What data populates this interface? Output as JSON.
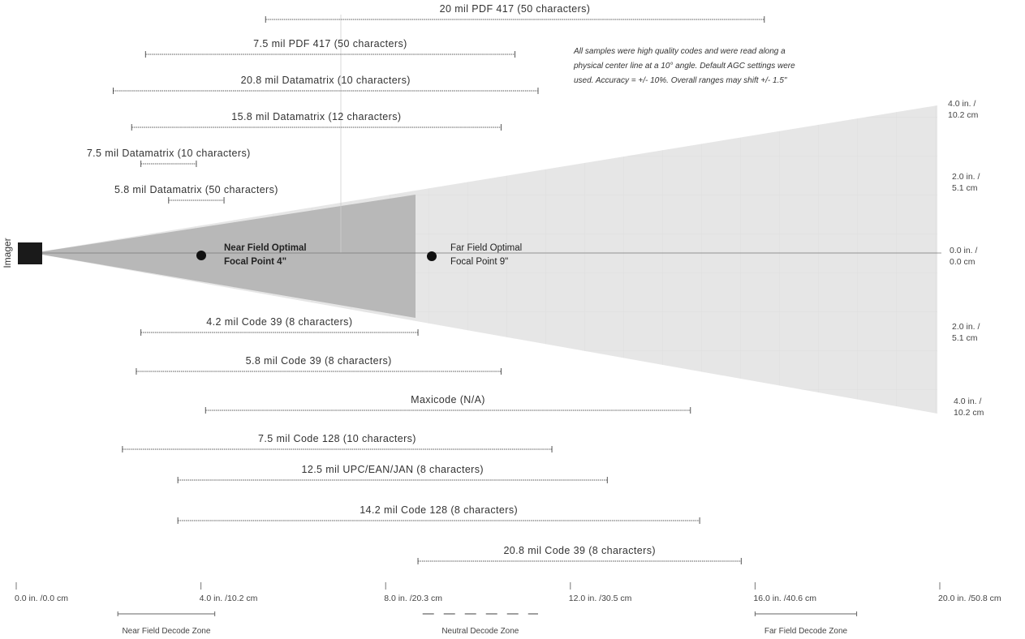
{
  "imager_label": "Imager",
  "note": {
    "lines": [
      "All samples were high quality codes and were read along a",
      "physical center line at a 10° angle.  Default AGC settings were",
      "used. Accuracy = +/- 10%. Overall ranges may shift +/- 1.5\""
    ]
  },
  "focal_points": [
    {
      "label1": "Near Field Optimal",
      "label2": "Focal Point 4\"",
      "distance_in": 4
    },
    {
      "label1": "Far Field Optimal",
      "label2": "Focal Point 9\"",
      "distance_in": 9
    }
  ],
  "side_labels": [
    {
      "line1": "4.0 in. /",
      "line2": "10.2 cm"
    },
    {
      "line1": "2.0 in. /",
      "line2": "5.1 cm"
    },
    {
      "line1": "0.0 in. /",
      "line2": "0.0 cm"
    },
    {
      "line1": "2.0 in. /",
      "line2": "5.1 cm"
    },
    {
      "line1": "4.0 in. /",
      "line2": "10.2 cm"
    }
  ],
  "axis_ticks": [
    {
      "value": 0,
      "label": "0.0 in. /0.0 cm"
    },
    {
      "value": 4,
      "label": "4.0 in. /10.2 cm"
    },
    {
      "value": 8,
      "label": "8.0 in. /20.3 cm"
    },
    {
      "value": 12,
      "label": "12.0 in. /30.5 cm"
    },
    {
      "value": 16,
      "label": "16.0 in. /40.6 cm"
    },
    {
      "value": 20,
      "label": "20.0 in. /50.8 cm"
    }
  ],
  "zones": [
    {
      "label": "Near Field Decode Zone",
      "start": 2.2,
      "end": 4.3,
      "dashed": false
    },
    {
      "label": "Neutral Decode Zone",
      "start": 8.8,
      "end": 11.3,
      "dashed": true
    },
    {
      "label": "Far Field Decode Zone",
      "start": 16.0,
      "end": 18.2,
      "dashed": false
    }
  ],
  "ranges": [
    {
      "label": "20 mil PDF 417 (50 characters)",
      "min": 5.4,
      "max": 16.2
    },
    {
      "label": "7.5 mil PDF 417 (50 characters)",
      "min": 2.8,
      "max": 10.8
    },
    {
      "label": "20.8 mil Datamatrix (10 characters)",
      "min": 2.1,
      "max": 11.3
    },
    {
      "label": "15.8 mil Datamatrix (12 characters)",
      "min": 2.5,
      "max": 10.5
    },
    {
      "label": "7.5 mil Datamatrix (10 characters)",
      "min": 2.7,
      "max": 3.9
    },
    {
      "label": "5.8 mil Datamatrix (50 characters)",
      "min": 3.3,
      "max": 4.5
    },
    {
      "label": "4.2 mil Code 39 (8 characters)",
      "min": 2.7,
      "max": 8.7
    },
    {
      "label": "5.8 mil Code 39 (8 characters)",
      "min": 2.6,
      "max": 10.5
    },
    {
      "label": "Maxicode (N/A)",
      "min": 4.1,
      "max": 14.6
    },
    {
      "label": "7.5 mil Code 128 (10 characters)",
      "min": 2.3,
      "max": 11.6
    },
    {
      "label": "12.5 mil UPC/EAN/JAN (8 characters)",
      "min": 3.5,
      "max": 12.8
    },
    {
      "label": "14.2 mil Code 128 (8 characters)",
      "min": 3.5,
      "max": 14.8
    },
    {
      "label": "20.8 mil Code 39 (8 characters)",
      "min": 8.7,
      "max": 15.7
    }
  ],
  "colors": {
    "near_field_cone": "#b8b8b8",
    "far_field_cone": "#e6e6e6",
    "imager": "#1a1a1a",
    "line": "#555555"
  }
}
